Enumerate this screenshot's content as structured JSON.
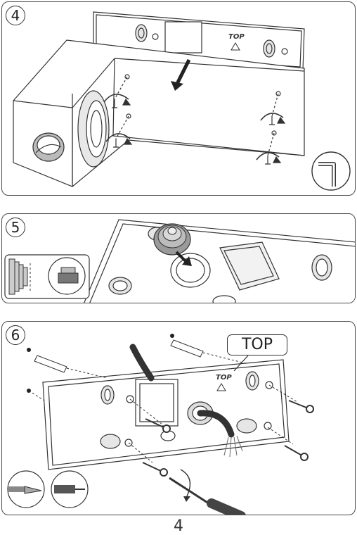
{
  "steps": [
    {
      "number": "4",
      "top_marking": "TOP"
    },
    {
      "number": "5"
    },
    {
      "number": "6",
      "top_marking": "TOP",
      "callout_label": "TOP"
    }
  ],
  "page_number": "4",
  "colors": {
    "line": "#333333",
    "shade": "#d9d9d9",
    "dark": "#555555"
  },
  "icons": [
    "hex-key-icon",
    "seal-ring-icon",
    "screw-icon",
    "screwdriver-icon",
    "recycle-icon"
  ]
}
